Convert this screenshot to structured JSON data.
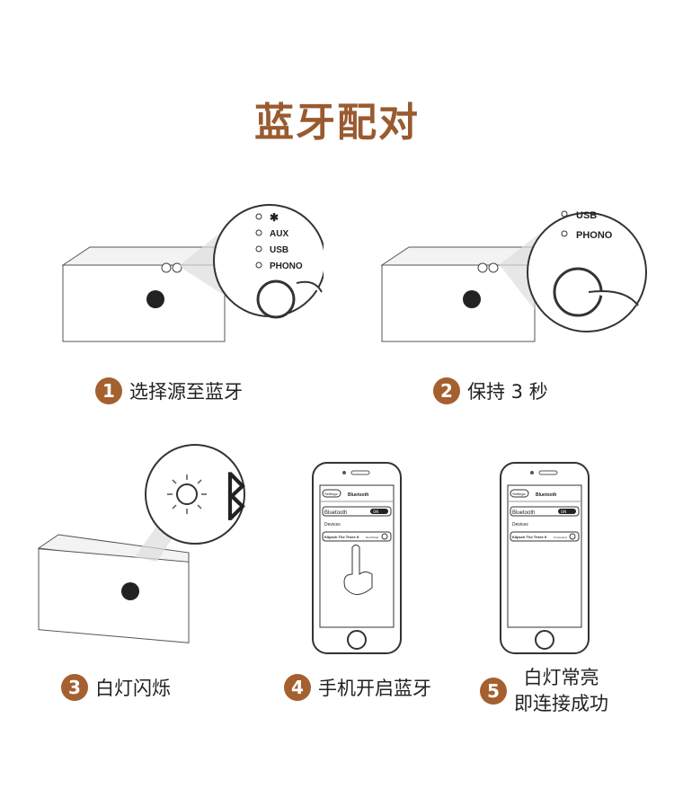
{
  "title": "蓝牙配对",
  "steps": [
    {
      "num": "1",
      "label": "选择源至蓝牙"
    },
    {
      "num": "2",
      "label": "保持 3 秒"
    },
    {
      "num": "3",
      "label": "白灯闪烁"
    },
    {
      "num": "4",
      "label": "手机开启蓝牙"
    },
    {
      "num": "5",
      "label_line1": "白灯常亮",
      "label_line2": "即连接成功"
    }
  ],
  "panel1": {
    "sources": [
      "AUX",
      "USB",
      "PHONO"
    ]
  },
  "panel2": {
    "sources": [
      "USB",
      "PHONO"
    ]
  },
  "phone": {
    "back": "Settings",
    "header": "Bluetooth",
    "bt_label": "Bluetooth",
    "toggle": "ON",
    "devices": "Devices",
    "device": "Klipsch The Three II",
    "status_4": "Not Paired",
    "status_5": "Connected"
  },
  "colors": {
    "accent": "#a5602f",
    "title": "#9a5a30"
  }
}
